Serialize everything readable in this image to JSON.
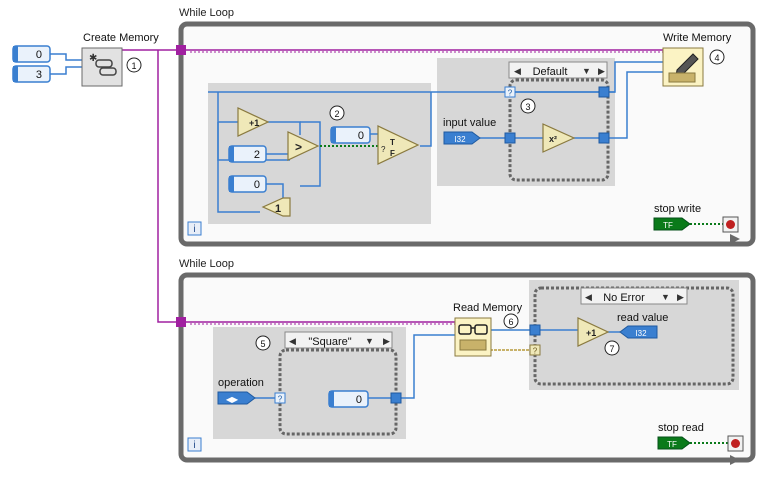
{
  "nodes": {
    "create_memory": "Create Memory",
    "write_memory": "Write Memory",
    "read_memory": "Read Memory"
  },
  "loops": {
    "top_label": "While Loop",
    "bottom_label": "While Loop",
    "iteration_label": "i"
  },
  "constants": {
    "create_a": "0",
    "create_b": "3",
    "compare": "2",
    "select_default": "0",
    "shift_start": "0",
    "shift_node": "1",
    "read_const": "0"
  },
  "cases": {
    "write_case": "Default",
    "read_enum_case": "\"Square\"",
    "error_case": "No Error"
  },
  "terminals": {
    "input_value": "input value",
    "input_type": "I32",
    "operation": "operation",
    "read_value": "read value",
    "read_type": "I32",
    "stop_write": "stop write",
    "stop_read": "stop read",
    "bool_type": "TF",
    "selector": "?",
    "select_true": "T",
    "select_false": "F"
  },
  "functions": {
    "increment": "+1",
    "increment2": "+1",
    "greater": ">",
    "square": "x²"
  },
  "callouts": [
    "1",
    "2",
    "3",
    "4",
    "5",
    "6",
    "7"
  ],
  "colors": {
    "int_wire": "#3a7fd0",
    "ref_wire": "#a020a0",
    "bool_wire": "#0a7a1a",
    "error_wire": "#c8b26a",
    "loop_border": "#6a6a6a",
    "struct_bg": "#d7d7d7",
    "func_fill": "#efe8b8"
  }
}
